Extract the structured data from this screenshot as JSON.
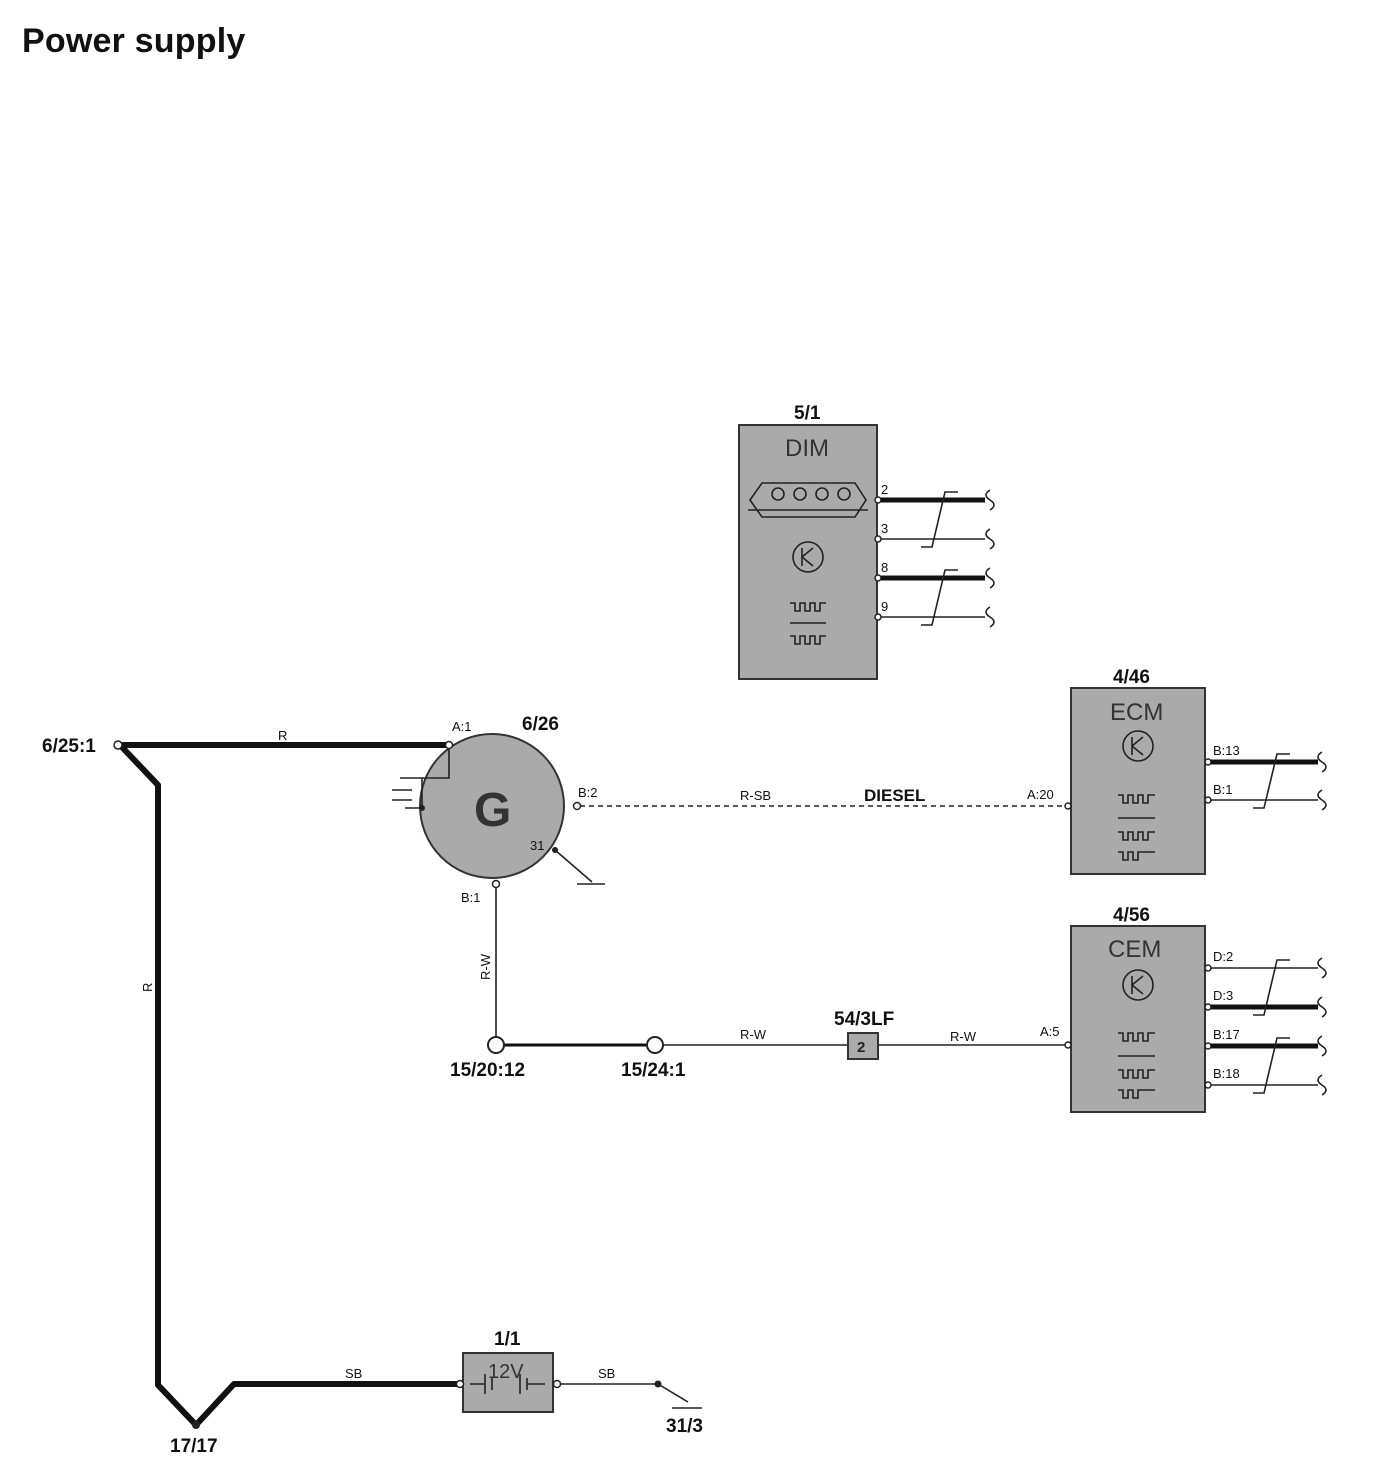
{
  "title": "Power supply",
  "components": {
    "dim": {
      "id": "5/1",
      "name": "DIM",
      "pins": [
        "2",
        "3",
        "8",
        "9"
      ]
    },
    "ecm": {
      "id": "4/46",
      "name": "ECM",
      "pins": [
        "B:13",
        "B:1",
        "A:20"
      ]
    },
    "cem": {
      "id": "4/56",
      "name": "CEM",
      "pins": [
        "D:2",
        "D:3",
        "B:17",
        "B:18",
        "A:5"
      ]
    },
    "generator": {
      "id": "6/26",
      "symbol": "G",
      "pins": [
        "A:1",
        "B:2",
        "B:1",
        "31"
      ]
    },
    "battery": {
      "id": "1/1",
      "voltage": "12V"
    },
    "fuse": {
      "id": "54/3LF",
      "number": "2"
    }
  },
  "connectors": {
    "c6_25": "6/25:1",
    "c15_20": "15/20:12",
    "c15_24": "15/24:1",
    "c17_17": "17/17",
    "c31_3": "31/3"
  },
  "wires": {
    "r_top": "R",
    "r_left": "R",
    "rsb": "R-SB",
    "diesel": "DIESEL",
    "rw_vertical": "R-W",
    "rw_mid": "R-W",
    "rw_right": "R-W",
    "sb_left": "SB",
    "sb_right": "SB"
  }
}
